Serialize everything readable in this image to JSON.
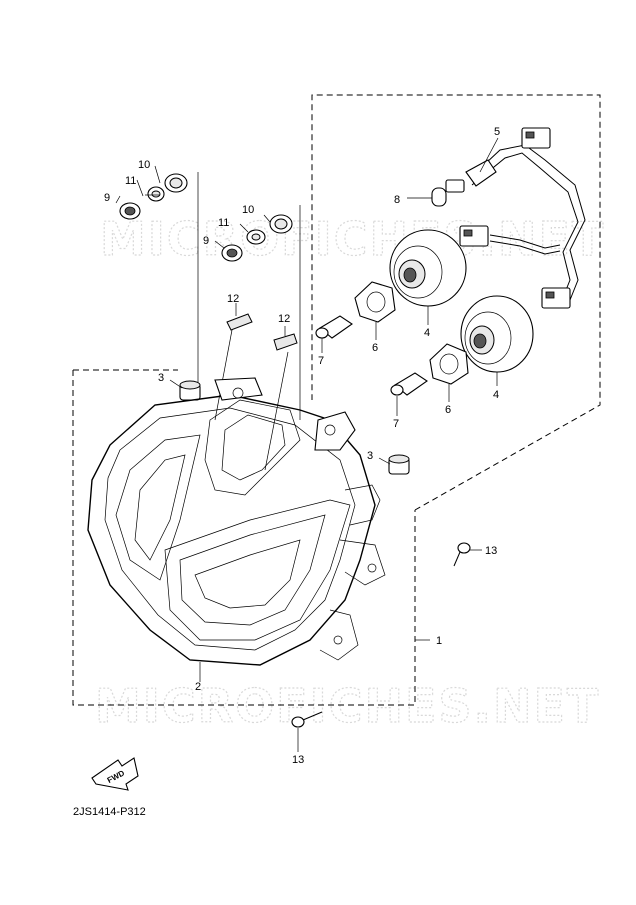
{
  "diagram": {
    "drawing_code": "2JS1414-P312",
    "watermark": "MICROFICHES.NET",
    "fwd_label": "FWD",
    "callouts": {
      "c1": "1",
      "c2": "2",
      "c3a": "3",
      "c3b": "3",
      "c4a": "4",
      "c4b": "4",
      "c5": "5",
      "c6a": "6",
      "c6b": "6",
      "c7a": "7",
      "c7b": "7",
      "c8": "8",
      "c9a": "9",
      "c9b": "9",
      "c10a": "10",
      "c10b": "10",
      "c11a": "11",
      "c11b": "11",
      "c12a": "12",
      "c12b": "12",
      "c13a": "13",
      "c13b": "13"
    }
  }
}
